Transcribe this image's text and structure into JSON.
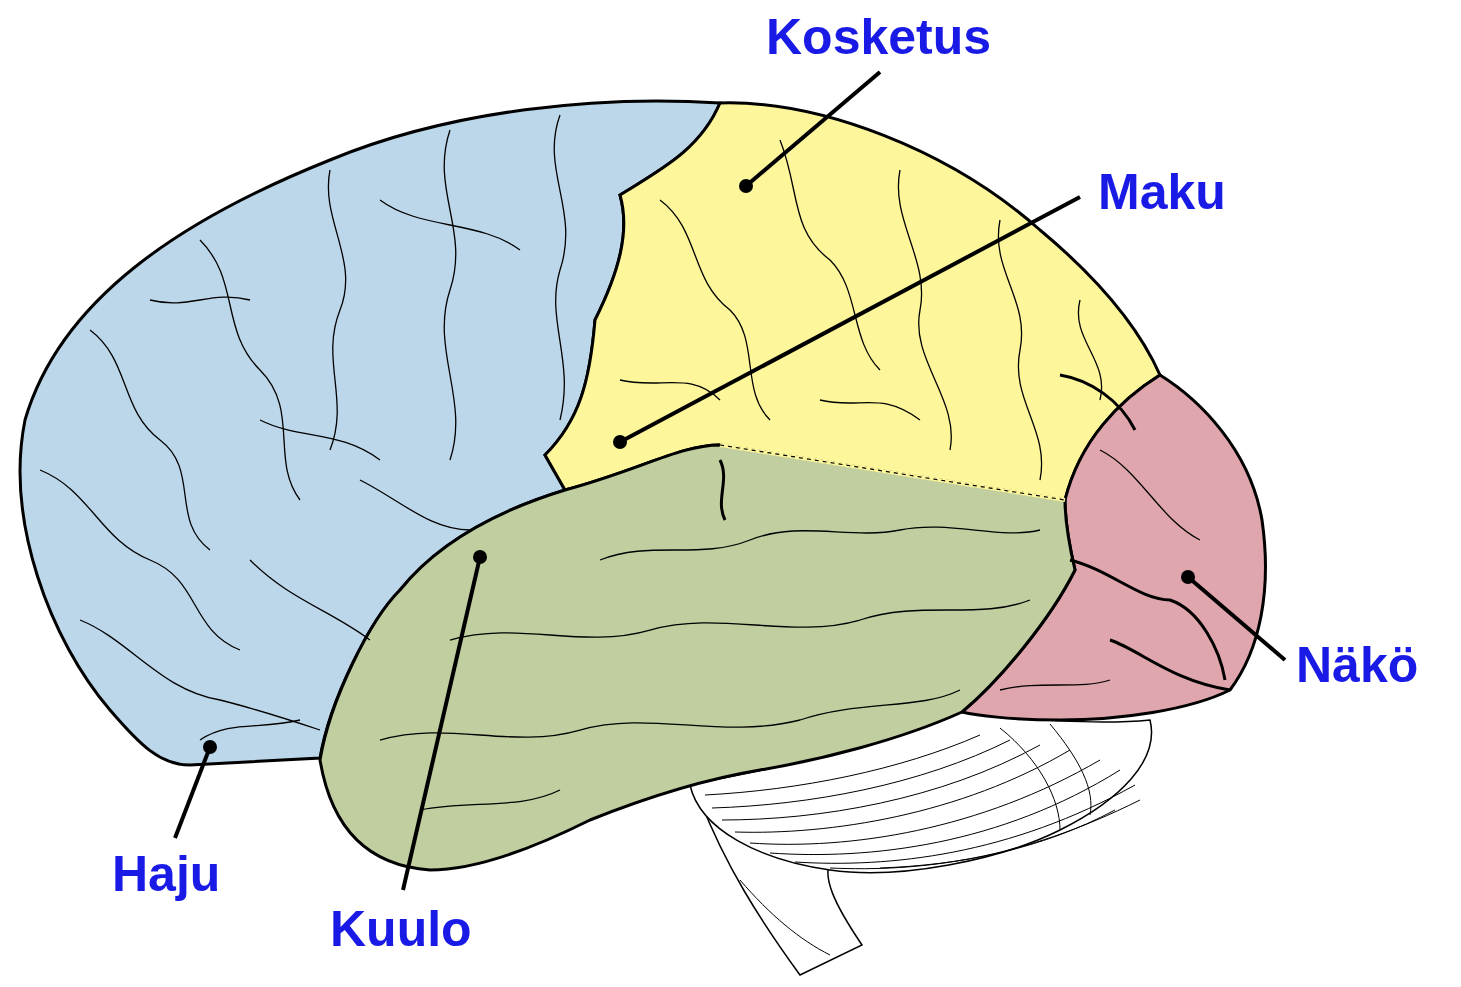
{
  "diagram": {
    "labels": [
      "Kosketus",
      "Maku",
      "Näkö",
      "Haju",
      "Kuulo"
    ]
  }
}
